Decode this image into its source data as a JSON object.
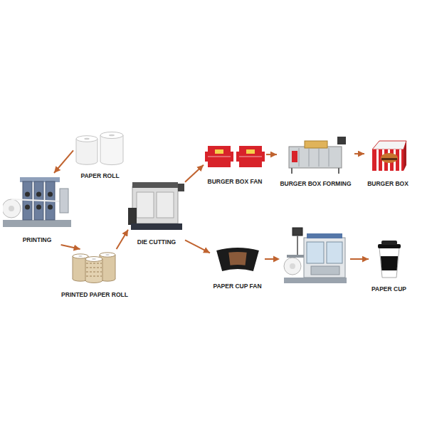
{
  "diagram": {
    "nodes": [
      {
        "text": [
          "PAPER ROLL"
        ]
      },
      {
        "text": [
          "PRINTING"
        ]
      },
      {
        "text": [
          "PRINTED PAPER ROLL"
        ]
      },
      {
        "text": [
          "DIE CUTTING"
        ]
      },
      {
        "text": [
          "BURGER BOX FAN"
        ]
      },
      {
        "text": [
          "BURGER BOX FORMING"
        ]
      },
      {
        "text": [
          "BURGER BOX"
        ]
      },
      {
        "text": [
          "PAPER CUP FAN"
        ]
      },
      {
        "text": [
          "PAPER CUP"
        ]
      }
    ],
    "edges": [
      {
        "from": 0,
        "to": 1,
        "arrow": "to"
      },
      {
        "from": 1,
        "to": 2,
        "arrow": "to"
      },
      {
        "from": 2,
        "to": 3,
        "arrow": "to"
      },
      {
        "from": 3,
        "to": 4,
        "arrow": "to"
      },
      {
        "from": 4,
        "to": 5,
        "arrow": "to"
      },
      {
        "from": 5,
        "to": 6,
        "arrow": "to"
      },
      {
        "from": 3,
        "to": 7,
        "arrow": "to"
      },
      {
        "from": 7,
        "to": 8,
        "arrow": "to"
      }
    ]
  }
}
